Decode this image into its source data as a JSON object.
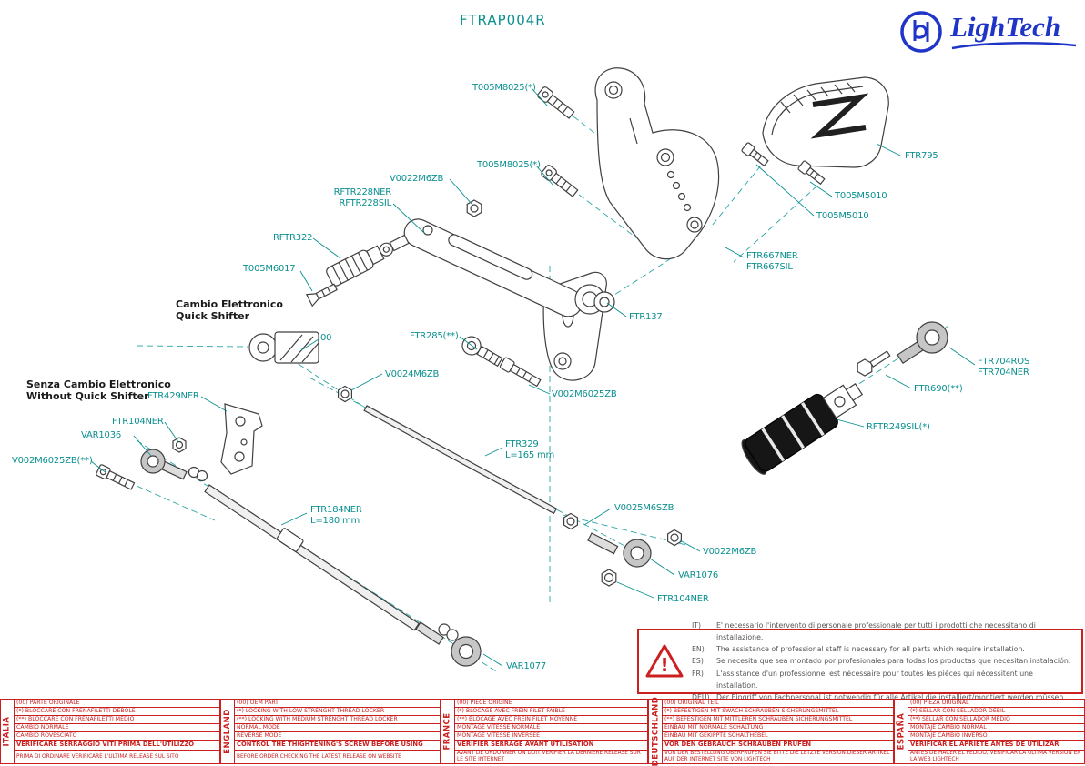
{
  "title": "FTRAP004R",
  "logo": {
    "brand": "LighTech"
  },
  "annotations": {
    "quick_shifter": "Cambio Elettronico\nQuick Shifter",
    "no_quick_shifter": "Senza Cambio Elettronico\nWithout Quick Shifter",
    "oem_ref": "00"
  },
  "part_labels": [
    {
      "text": "T005M8025(*)"
    },
    {
      "text": "T005M8025(*)"
    },
    {
      "text": "V0022M6ZB"
    },
    {
      "text": "RFTR228NER\nRFTR228SIL"
    },
    {
      "text": "RFTR322"
    },
    {
      "text": "T005M6017"
    },
    {
      "text": "FTR795"
    },
    {
      "text": "T005M5010"
    },
    {
      "text": "T005M5010"
    },
    {
      "text": "FTR667NER\nFTR667SIL"
    },
    {
      "text": "FTR137"
    },
    {
      "text": "FTR285(**)"
    },
    {
      "text": "V0024M6ZB"
    },
    {
      "text": "V002M6025ZB"
    },
    {
      "text": "FTR704ROS\nFTR704NER"
    },
    {
      "text": "FTR690(**)"
    },
    {
      "text": "RFTR249SIL(*)"
    },
    {
      "text": "FTR429NER"
    },
    {
      "text": "FTR104NER"
    },
    {
      "text": "VAR1036"
    },
    {
      "text": "V002M6025ZB(**)"
    },
    {
      "text": "FTR329\nL=165 mm"
    },
    {
      "text": "FTR184NER\nL=180 mm"
    },
    {
      "text": "V0025M6SZB"
    },
    {
      "text": "V0022M6ZB"
    },
    {
      "text": "VAR1076"
    },
    {
      "text": "FTR104NER"
    },
    {
      "text": "VAR1077"
    }
  ],
  "warning_box": {
    "lines": [
      {
        "prefix": "IT)",
        "text": "E' necessario l'intervento di personale professionale per tutti i prodotti che necessitano di installazione."
      },
      {
        "prefix": "EN)",
        "text": "The assistance of professional staff is necessary for all parts which require installation."
      },
      {
        "prefix": "ES)",
        "text": "Se necesita que sea montado por profesionales para todas los productas que necesitan instalación."
      },
      {
        "prefix": "FR)",
        "text": "L'assistance d'un professionnel est nécessaire pour toutes les pièces qui nécessitent une installation."
      },
      {
        "prefix": "DEU)",
        "text": "Der Eingriff von Fachpersonal ist notwendig für alle Artikel die installiert/montiert werden müssen."
      }
    ]
  },
  "legend_tables": [
    {
      "country": "ITALIA",
      "rows": [
        "(00) PARTE ORIGINALE",
        "(*)  BLOCCARE CON FRENAFILETTI DEBOLE",
        "(**) BLOCCARE CON FRENAFILETTI MEDIO",
        "CAMBIO NORMALE",
        "CAMBIO ROVESCIATO",
        "VERIFICARE SERRAGGIO VITI PRIMA DELL'UTILIZZO",
        "PRIMA DI ORDINARE VERIFICARE L'ULTIMA RELEASE SUL SITO"
      ]
    },
    {
      "country": "ENGLAND",
      "rows": [
        "(00) OEM PART",
        "(*)  LOCKING WITH LOW STRENGHT THREAD LOCKER",
        "(**) LOCKING WITH MEDIUM STRENGHT THREAD LOCKER",
        "NORMAL MODE",
        "REVERSE MODE",
        "CONTROL THE THIGHTENING'S SCREW BEFORE USING",
        "BEFORE ORDER CHECKING THE LATEST RELEASE ON WEBSITE"
      ]
    },
    {
      "country": "FRANCE",
      "rows": [
        "(00) PIECE ORIGINE",
        "(*)  BLOCAGE AVEC FREIN FILET FAIBLE",
        "(**) BLOCAGE AVEC FREIN FILET MOYENNE",
        "MONTAGE VITESSE NORMALE",
        "MONTAGE VITESSE INVERSÉE",
        "VERIFIER SERRAGE AVANT UTILISATION",
        "AVANT DE ORDONNER ON DOIT VERIFIER LA DERNIERE RELEASE SUR LE SITE INTERNET"
      ]
    },
    {
      "country": "DEUTSCHLAND",
      "rows": [
        "(00) ORIGINAL TEIL",
        "(*)  BEFESTIGEN MIT SWACH SCHRAUBEN SICHERUNGSMITTEL",
        "(**) BEFESTIGEN MIT MITTLEREN SCHRAUBEN SICHERUNGSMITTEL",
        "EINBAU MIT NORMALE SCHALTUNG",
        "EINBAU MIT GEKIPPTE SCHALTHEBEL",
        "VOR DEN GEBRAUCH SCHRAUBEN PRÜFEN",
        "VOR DER BESTELLUNG ÜBERPRÜFEN SIE BITTE DIE LETZTE VERSION DIESER ARTIKEL AUF DER INTERNET SITE VON LIGHTECH"
      ]
    },
    {
      "country": "ESPAÑA",
      "rows": [
        "(00) PIEZA ORIGINAL",
        "(*)  SELLAR CON SELLADOR DEBIL",
        "(**) SELLAR CON SELLADOR MEDIO",
        "MONTAJE  CAMBIO NORMAL",
        "MONTAJE CAMBIO INVERSO",
        "VERIFICAR EL APRIETE ANTES DE UTILIZAR",
        "ANTES DE HACER EL PEDIDO, VERIFICAR LA ULTIMA VERSION EN LA WEB LIGHTECH"
      ]
    }
  ],
  "colors": {
    "accent_teal": "#0a8f8f",
    "warning_red": "#cc2020",
    "logo_blue": "#1f35c8"
  }
}
